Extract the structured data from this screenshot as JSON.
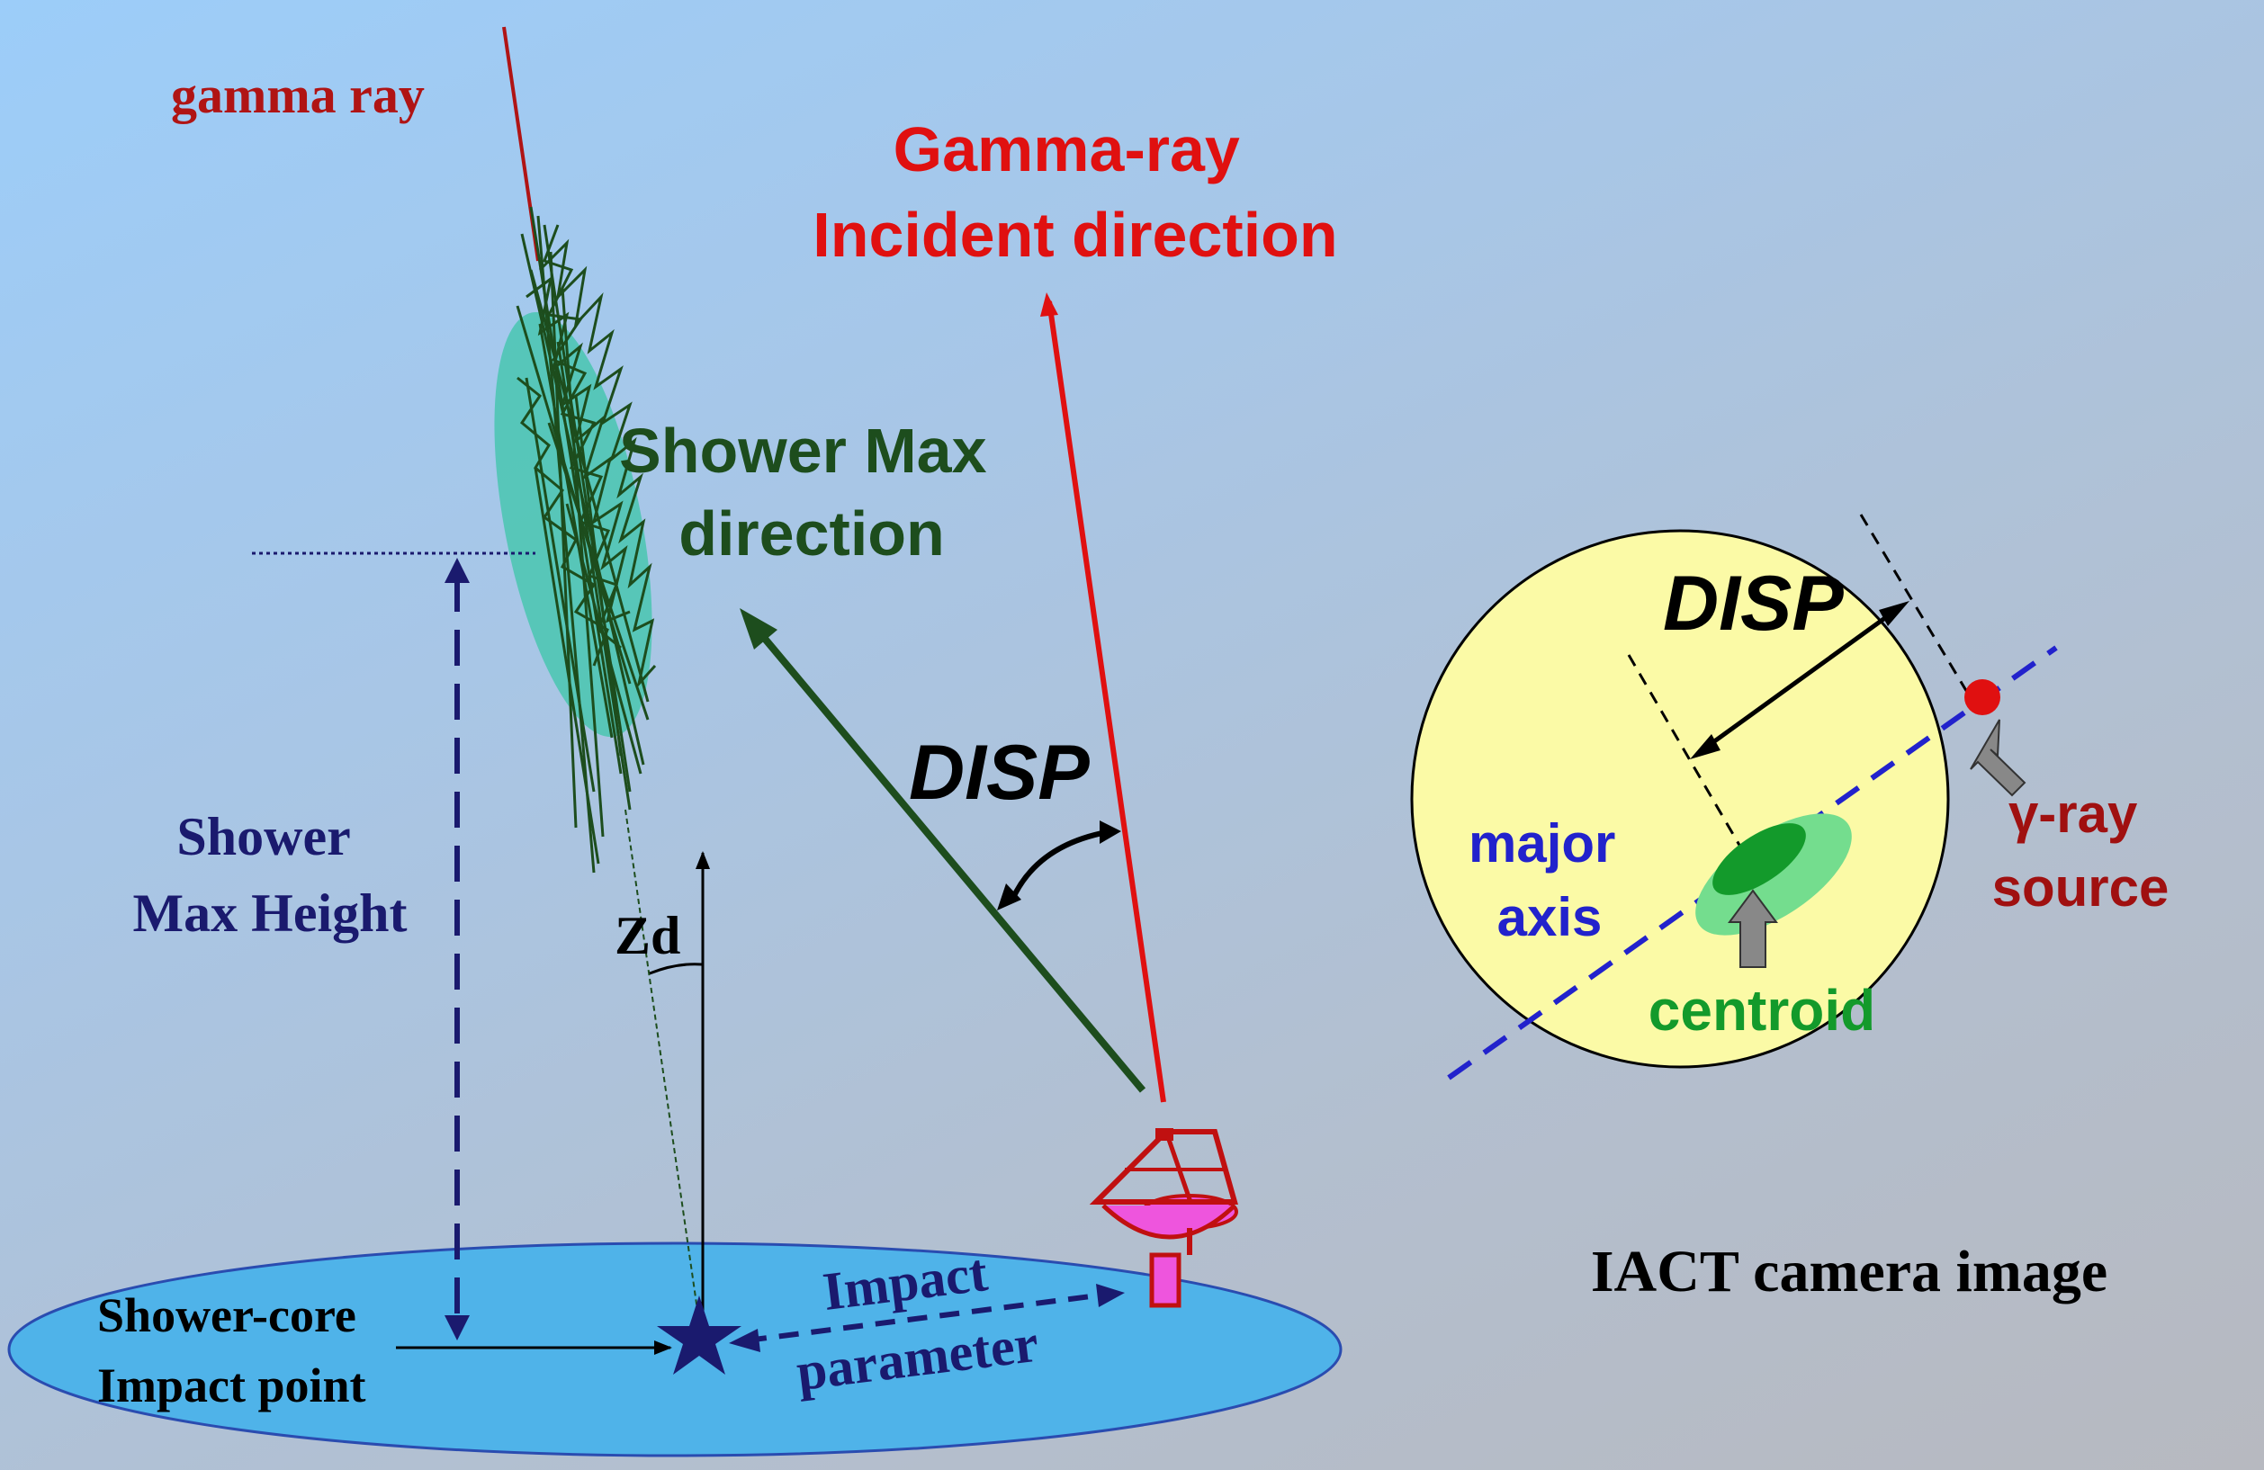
{
  "labels": {
    "gamma_ray": "gamma ray",
    "incident_line1": "Gamma-ray",
    "incident_line2": "Incident direction",
    "shower_max_dir_line1": "Shower Max",
    "shower_max_dir_line2": "direction",
    "disp_main": "DISP",
    "shower_max_height_line1": "Shower",
    "shower_max_height_line2": "Max Height",
    "zd": "Zd",
    "impact_line1": "Impact",
    "impact_line2": "parameter",
    "core_line1": "Shower-core",
    "core_line2": "Impact point",
    "camera_disp": "DISP",
    "major_line1": "major",
    "major_line2": "axis",
    "centroid": "centroid",
    "source_line1": "γ-ray",
    "source_line2": "source",
    "camera_caption": "IACT camera image"
  },
  "colors": {
    "dark_red": "#b01414",
    "bright_red": "#e01010",
    "shower_green": "#1d4d1d",
    "navy": "#1a1a6e",
    "blue": "#2222cc",
    "camera_fill": "#fbfaa6",
    "ground_fill": "#4fb3e9",
    "centroid_green": "#139a2b",
    "telescope": "#c01010",
    "mirror": "#ee55dd"
  },
  "icons": [
    "star-icon",
    "telescope-icon",
    "gray-arrow-icon"
  ]
}
